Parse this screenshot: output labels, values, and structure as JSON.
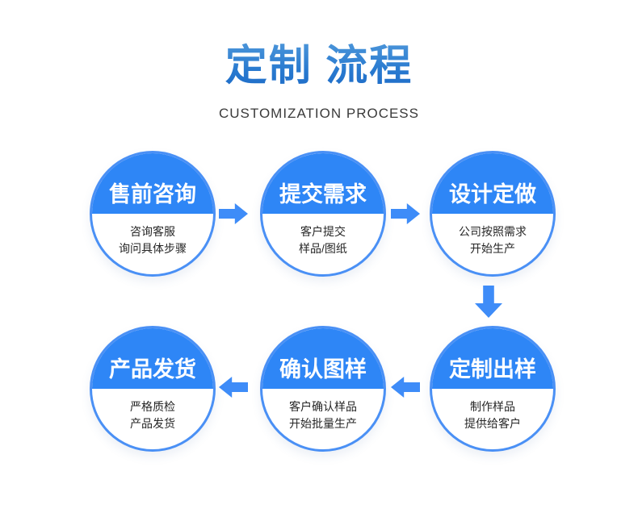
{
  "header": {
    "title": "定制 流程",
    "subtitle": "CUSTOMIZATION PROCESS"
  },
  "steps": [
    {
      "title": "售前咨询",
      "line1": "咨询客服",
      "line2": "询问具体步骤"
    },
    {
      "title": "提交需求",
      "line1": "客户提交",
      "line2": "样品/图纸"
    },
    {
      "title": "设计定做",
      "line1": "公司按照需求",
      "line2": "开始生产"
    },
    {
      "title": "定制出样",
      "line1": "制作样品",
      "line2": "提供给客户"
    },
    {
      "title": "确认图样",
      "line1": "客户确认样品",
      "line2": "开始批量生产"
    },
    {
      "title": "产品发货",
      "line1": "严格质检",
      "line2": "产品发货"
    }
  ],
  "flow": {
    "arrows": [
      "arrow-right",
      "arrow-right",
      "arrow-down",
      "arrow-left",
      "arrow-left"
    ]
  },
  "colors": {
    "circle_fill": "#2e86f6",
    "circle_ring": "#4a90f5",
    "arrow_blue": "#3e8cf8",
    "title_gradient_top": "#4e97da",
    "title_gradient_bottom": "#1b69c6",
    "subtitle_text": "#3a3a3a",
    "body_text": "#262626",
    "background": "#ffffff"
  }
}
